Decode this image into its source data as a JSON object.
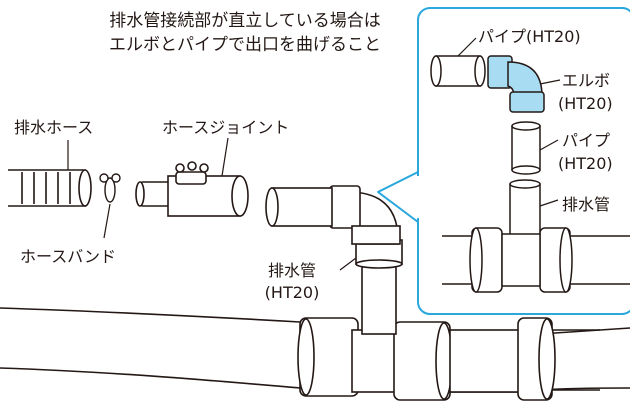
{
  "title": {
    "line1": "排水管接続部が直立している場合は",
    "line2": "エルボとパイプで出口を曲げること"
  },
  "labels": {
    "drain_hose": "排水ホース",
    "hose_joint": "ホースジョイント",
    "hose_band": "ホースバンド",
    "drain_pipe_name": "排水管",
    "drain_pipe_spec": "(HT20)"
  },
  "inset": {
    "pipe_top_label": "パイプ(HT20)",
    "elbow_name": "エルボ",
    "elbow_spec": "(HT20)",
    "pipe_mid_name": "パイプ",
    "pipe_mid_spec": "(HT20)",
    "drain_pipe": "排水管"
  },
  "colors": {
    "line": "#231815",
    "highlight": "#a8dcf2",
    "inset_border": "#2aa7dc"
  },
  "icons": [
    "drain-hose-icon",
    "hose-band-icon",
    "hose-joint-icon",
    "pipe-icon",
    "elbow-icon",
    "tee-joint-icon",
    "main-pipe-icon"
  ]
}
